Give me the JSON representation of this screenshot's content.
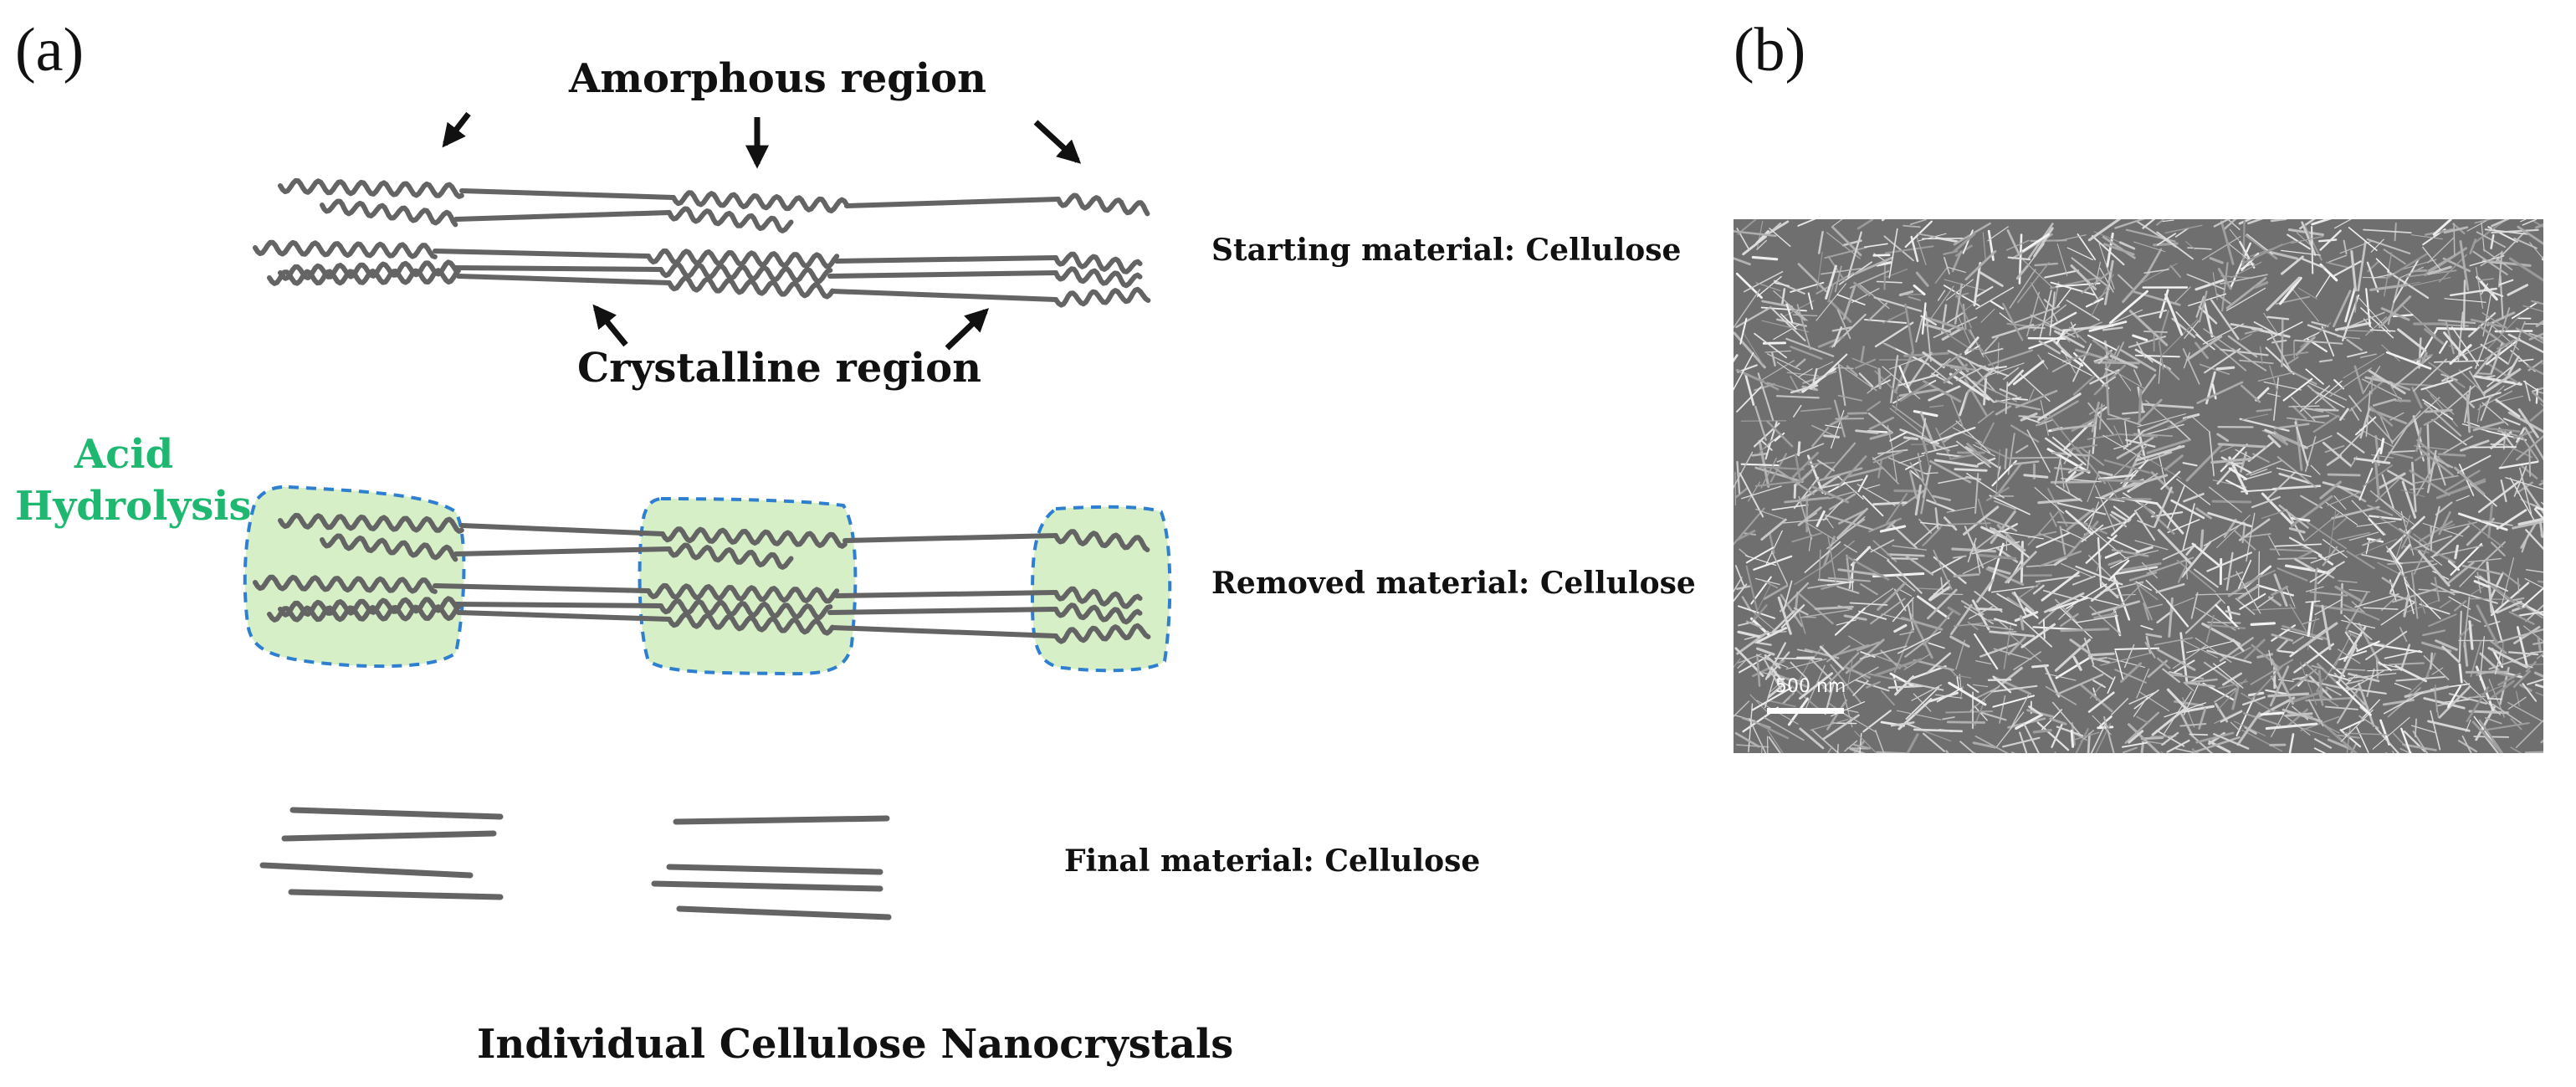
{
  "panels": {
    "a": "(a)",
    "b": "(b)"
  },
  "labels": {
    "amorphous": "Amorphous region",
    "crystalline": "Crystalline region",
    "acid_line1": "Acid",
    "acid_line2": "Hydrolysis",
    "individual": "Individual Cellulose Nanocrystals"
  },
  "steps": {
    "starting": "Starting material: Cellulose",
    "removed": "Removed material: Cellulose",
    "final": "Final material: Cellulose"
  },
  "sem": {
    "scale_bar": "500 nm"
  },
  "colors": {
    "chain": "#646464",
    "hydrolysis_fill": "#d6efc7",
    "hydrolysis_border": "#2e7fd0",
    "acid_text": "#1fb870"
  }
}
